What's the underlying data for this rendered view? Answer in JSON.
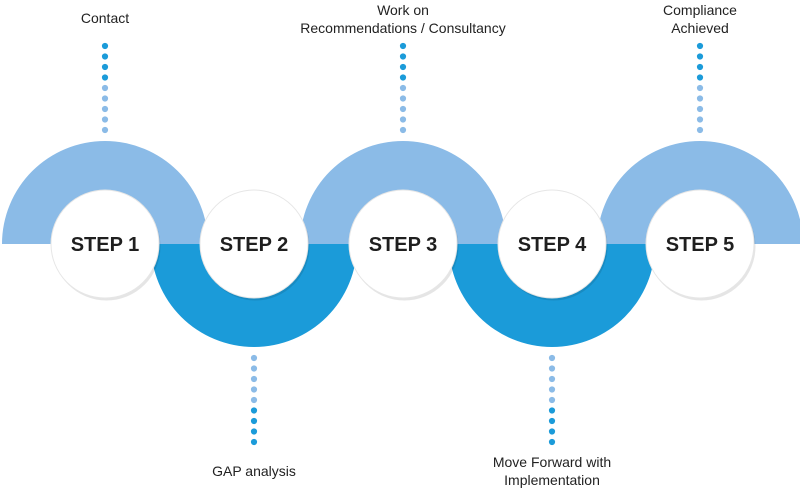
{
  "colors": {
    "light_arc": "#8bbbe7",
    "dark_arc": "#1b9bd9",
    "circle_fill": "#ffffff",
    "step_text": "#1f1f1f",
    "caption_text": "#222222"
  },
  "steps": [
    {
      "label": "STEP 1",
      "position": "top",
      "caption_lines": [
        "Contact"
      ]
    },
    {
      "label": "STEP 2",
      "position": "bottom",
      "caption_lines": [
        "GAP analysis"
      ]
    },
    {
      "label": "STEP 3",
      "position": "top",
      "caption_lines": [
        "Work on",
        "Recommendations / Consultancy"
      ]
    },
    {
      "label": "STEP 4",
      "position": "bottom",
      "caption_lines": [
        "Move Forward with",
        "Implementation"
      ]
    },
    {
      "label": "STEP 5",
      "position": "top",
      "caption_lines": [
        "Compliance",
        "Achieved"
      ]
    }
  ]
}
